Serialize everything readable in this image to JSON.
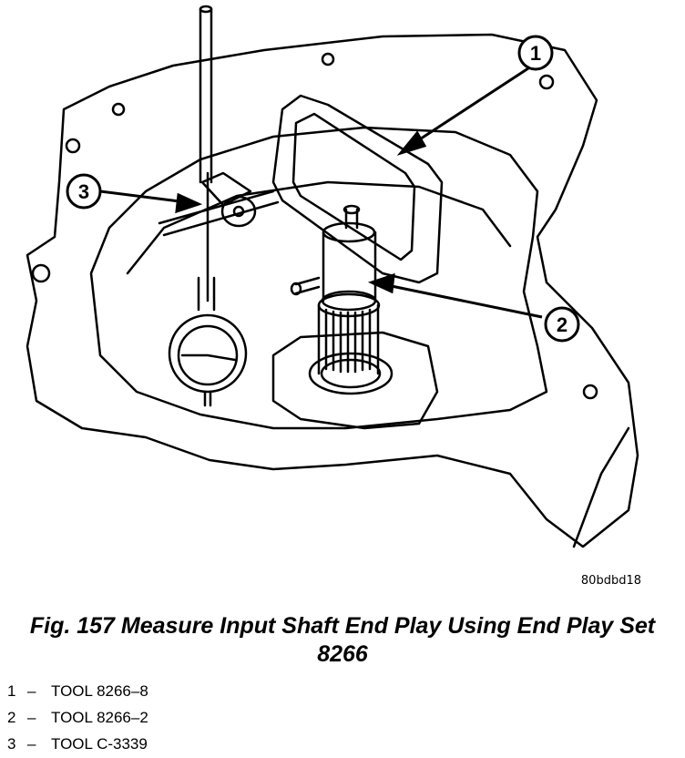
{
  "figure": {
    "image_code": "80bdbd18",
    "caption": "Fig. 157 Measure Input Shaft End Play Using End Play Set 8266"
  },
  "callouts": [
    {
      "number": "1"
    },
    {
      "number": "2"
    },
    {
      "number": "3"
    }
  ],
  "legend": [
    {
      "number": "1",
      "dash": "–",
      "label": "TOOL 8266–8"
    },
    {
      "number": "2",
      "dash": "–",
      "label": "TOOL 8266–2"
    },
    {
      "number": "3",
      "dash": "–",
      "label": "TOOL C-3339"
    }
  ]
}
